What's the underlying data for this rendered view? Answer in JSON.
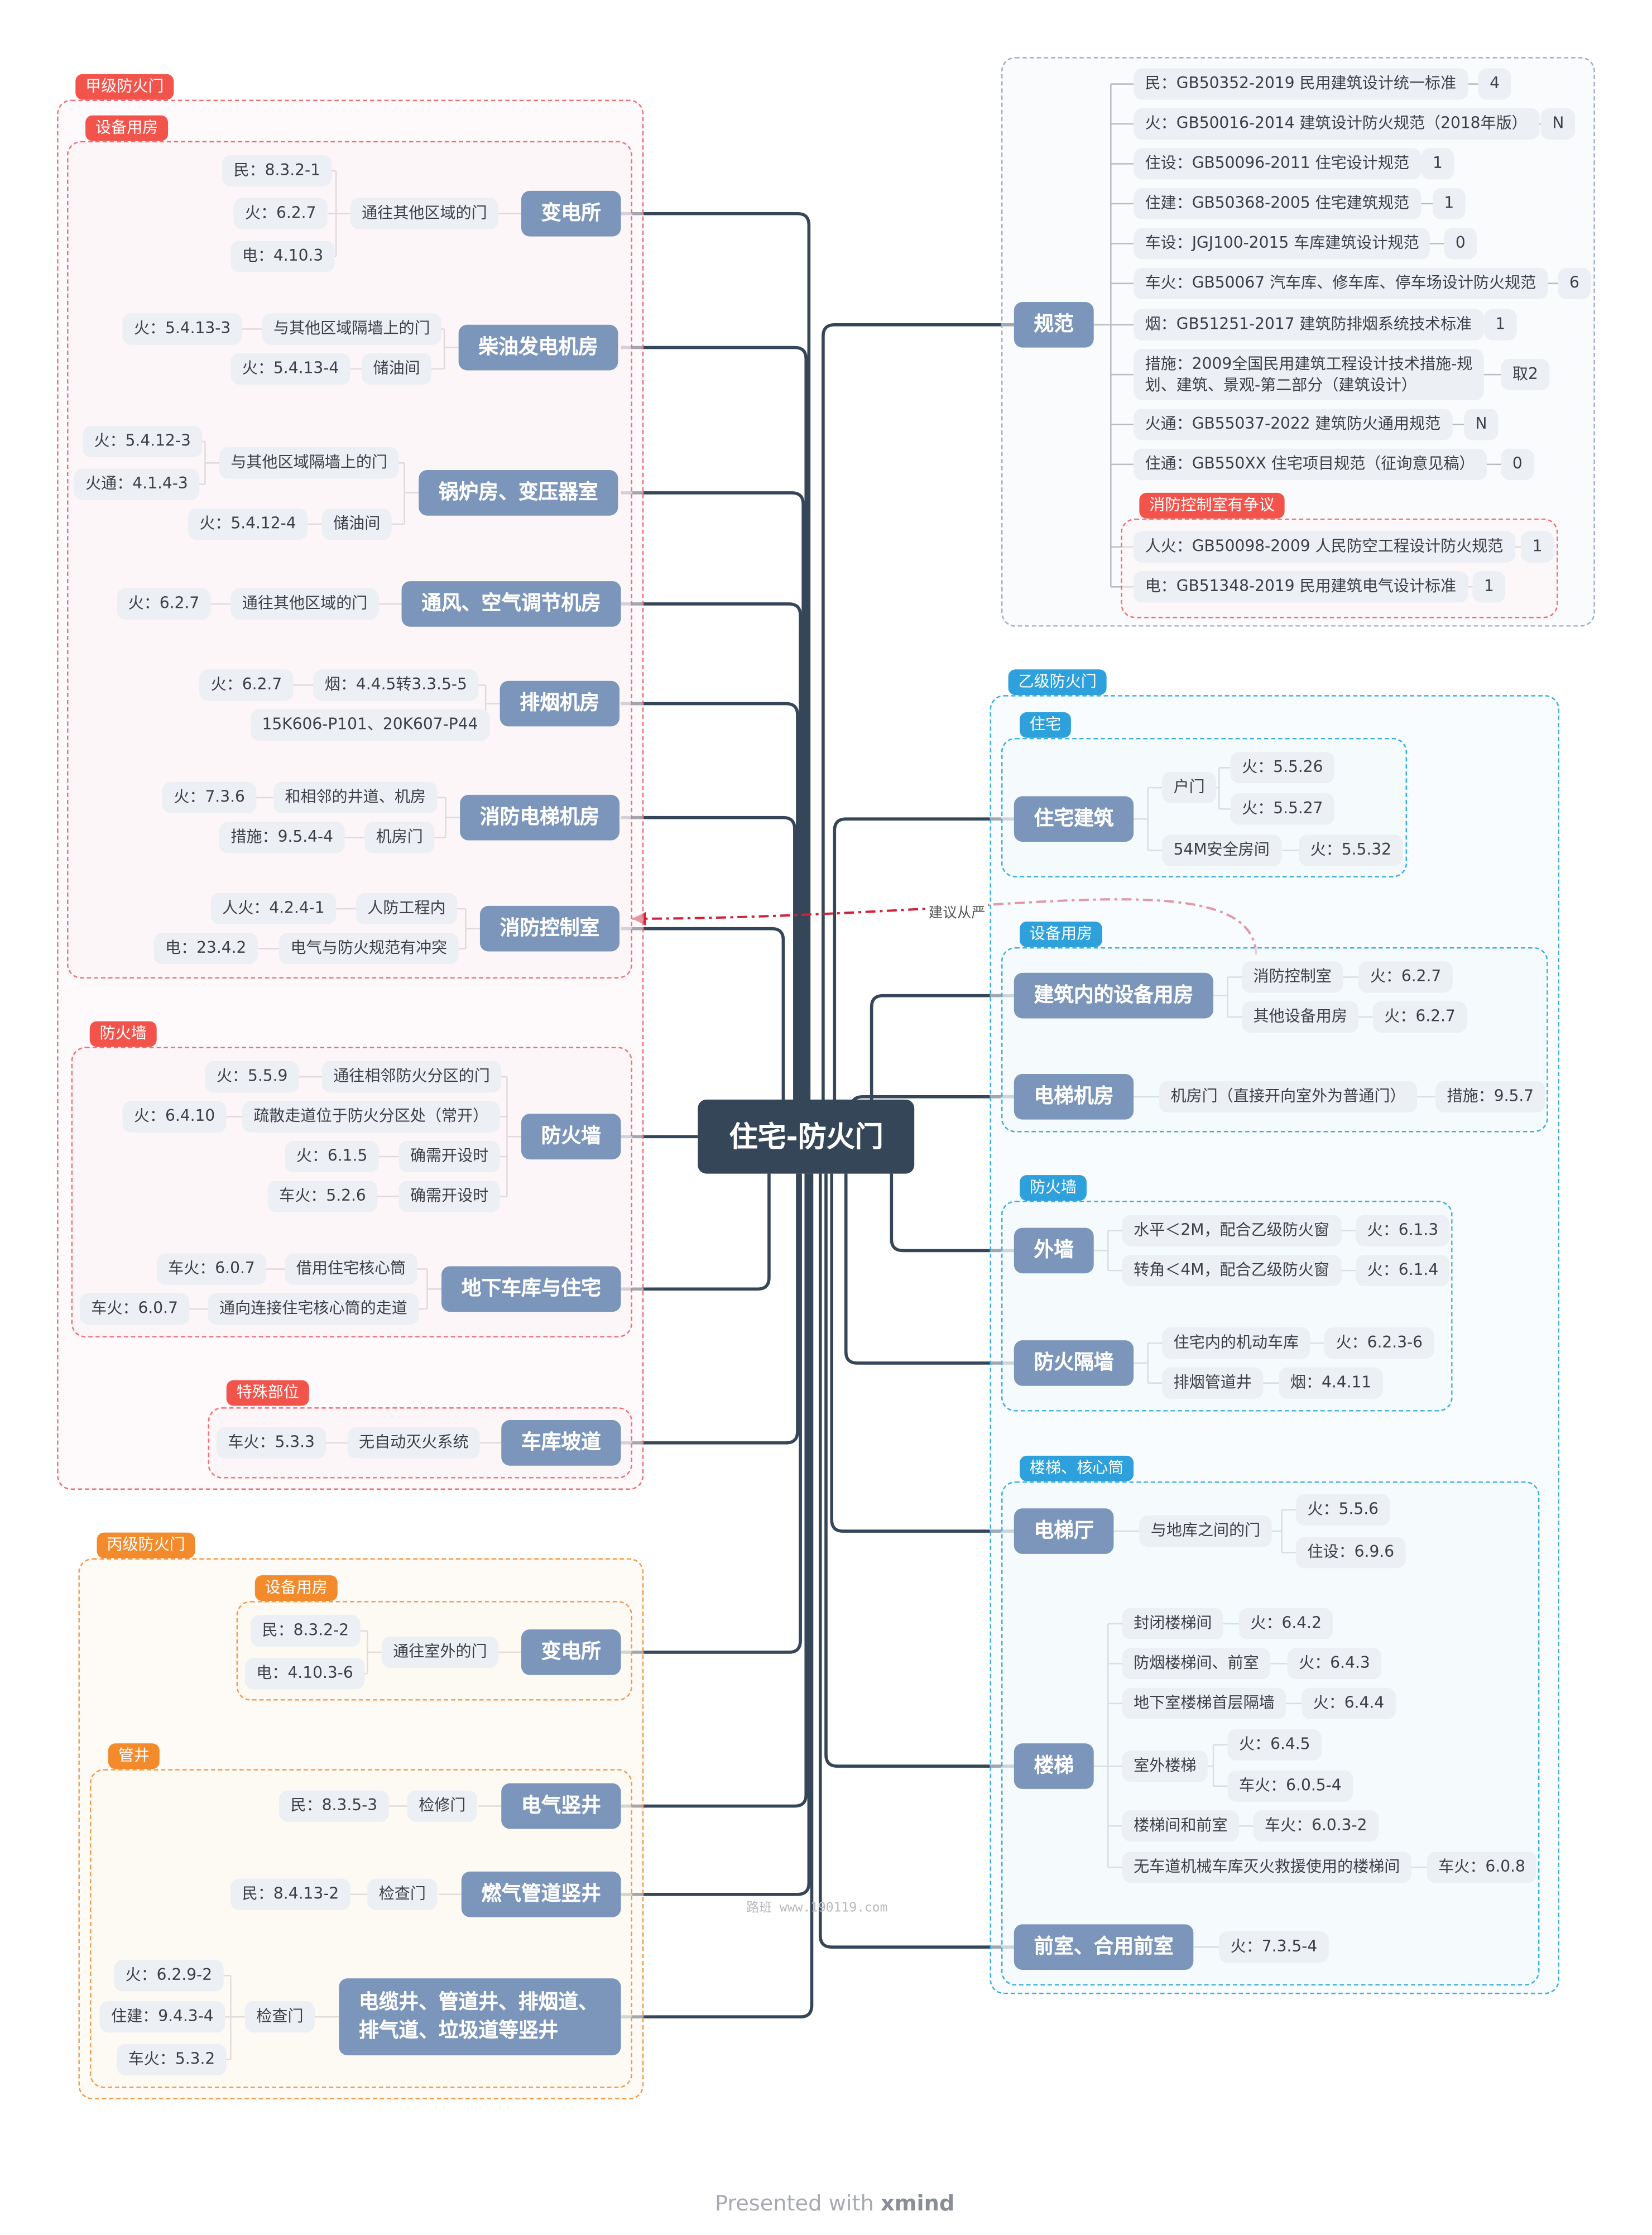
{
  "root": "住宅-防火门",
  "groups": {
    "jia": "甲级防火门",
    "yi": "乙级防火门",
    "bing": "丙级防火门",
    "shebei1": "设备用房",
    "fanghuoqiang1": "防火墙",
    "teshu": "特殊部位",
    "shebei3": "设备用房",
    "guanjing": "管井",
    "zhuzhai": "住宅",
    "shebei2": "设备用房",
    "fanghuoqiang2": "防火墙",
    "louti": "楼梯、核心筒",
    "xiaofang": "消防控制室有争议"
  },
  "left": {
    "biandiansuo": {
      "title": "变电所",
      "door": "通往其他区域的门",
      "refs": [
        "民：8.3.2-1",
        "火：6.2.7",
        "电：4.10.3"
      ]
    },
    "chaiyou": {
      "title": "柴油发电机房",
      "a": "与其他区域隔墙上的门",
      "a_ref": "火：5.4.13-3",
      "b": "储油间",
      "b_ref": "火：5.4.13-4"
    },
    "guolu": {
      "title": "锅炉房、变压器室",
      "a": "与其他区域隔墙上的门",
      "a_refs": [
        "火：5.4.12-3",
        "火通：4.1.4-3"
      ],
      "b": "储油间",
      "b_ref": "火：5.4.12-4"
    },
    "tongfeng": {
      "title": "通风、空气调节机房",
      "a": "通往其他区域的门",
      "a_ref": "火：6.2.7"
    },
    "paiyan": {
      "title": "排烟机房",
      "a": "烟：4.4.5转3.3.5-5",
      "a_ref": "火：6.2.7",
      "b": "15K606-P101、20K607-P44"
    },
    "xiaofangdianti": {
      "title": "消防电梯机房",
      "a": "和相邻的井道、机房",
      "a_ref": "火：7.3.6",
      "b": "机房门",
      "b_ref": "措施：9.5.4-4"
    },
    "xiaofangkongzhi": {
      "title": "消防控制室",
      "a": "人防工程内",
      "a_ref": "人火：4.2.4-1",
      "b": "电气与防火规范有冲突",
      "b_ref": "电：23.4.2"
    },
    "fanghuoqiang": {
      "title": "防火墙",
      "items": [
        {
          "label": "通往相邻防火分区的门",
          "ref": "火：5.5.9"
        },
        {
          "label": "疏散走道位于防火分区处（常开）",
          "ref": "火：6.4.10"
        },
        {
          "label": "确需开设时",
          "ref": "火：6.1.5"
        },
        {
          "label": "确需开设时",
          "ref": "车火：5.2.6"
        }
      ]
    },
    "dixiachekuku": {
      "title": "地下车库与住宅",
      "a": "借用住宅核心筒",
      "a_ref": "车火：6.0.7",
      "b": "通向连接住宅核心筒的走道",
      "b_ref": "车火：6.0.7"
    },
    "chekupodao": {
      "title": "车库坡道",
      "a": "无自动灭火系统",
      "a_ref": "车火：5.3.3"
    },
    "biandiansuo2": {
      "title": "变电所",
      "door": "通往室外的门",
      "refs": [
        "民：8.3.2-2",
        "电：4.10.3-6"
      ]
    },
    "dianqi": {
      "title": "电气竖井",
      "a": "检修门",
      "a_ref": "民：8.3.5-3"
    },
    "ranqi": {
      "title": "燃气管道竖井",
      "a": "检查门",
      "a_ref": "民：8.4.13-2"
    },
    "dianlan": {
      "title1": "电缆井、管道井、排烟道、",
      "title2": "排气道、垃圾道等竖井",
      "door": "检查门",
      "refs": [
        "火：6.2.9-2",
        "住建：9.4.3-4",
        "车火：5.3.2"
      ]
    }
  },
  "right": {
    "guifan": {
      "title": "规范",
      "items": [
        {
          "label": "民：GB50352-2019 民用建筑设计统一标准",
          "val": "4"
        },
        {
          "label": "火：GB50016-2014 建筑设计防火规范（2018年版）",
          "val": "N"
        },
        {
          "label": "住设：GB50096-2011 住宅设计规范",
          "val": "1"
        },
        {
          "label": "住建：GB50368-2005 住宅建筑规范",
          "val": "1"
        },
        {
          "label": "车设：JGJ100-2015 车库建筑设计规范",
          "val": "0"
        },
        {
          "label": "车火：GB50067 汽车库、修车库、停车场设计防火规范",
          "val": "6"
        },
        {
          "label": "烟：GB51251-2017 建筑防排烟系统技术标准",
          "val": "1"
        },
        {
          "label1": "措施：2009全国民用建筑工程设计技术措施-规",
          "label2": "划、建筑、景观-第二部分（建筑设计）",
          "val": "取2"
        },
        {
          "label": "火通：GB55037-2022 建筑防火通用规范",
          "val": "N"
        },
        {
          "label": "住通：GB550XX 住宅项目规范（征询意见稿）",
          "val": "0"
        },
        {
          "label": "人火：GB50098-2009 人民防空工程设计防火规范",
          "val": "1"
        },
        {
          "label": "电：GB51348-2019 民用建筑电气设计标准",
          "val": "1"
        }
      ]
    },
    "zhuzhai": {
      "title": "住宅建筑",
      "hu": "户门",
      "hu_refs": [
        "火：5.5.26",
        "火：5.5.27"
      ],
      "a": "54M安全房间",
      "a_ref": "火：5.5.32"
    },
    "shebei": {
      "title": "建筑内的设备用房",
      "a": "消防控制室",
      "a_ref": "火：6.2.7",
      "b": "其他设备用房",
      "b_ref": "火：6.2.7"
    },
    "dianti": {
      "title": "电梯机房",
      "a": "机房门（直接开向室外为普通门）",
      "a_ref": "措施：9.5.7"
    },
    "waiqiang": {
      "title": "外墙",
      "a": "水平＜2M，配合乙级防火窗",
      "a_ref": "火：6.1.3",
      "b": "转角＜4M，配合乙级防火窗",
      "b_ref": "火：6.1.4"
    },
    "gegeqiang": {
      "title": "防火隔墙",
      "a": "住宅内的机动车库",
      "a_ref": "火：6.2.3-6",
      "b": "排烟管道井",
      "b_ref": "烟：4.4.11"
    },
    "diantiting": {
      "title": "电梯厅",
      "a": "与地库之间的门",
      "a_refs": [
        "火：5.5.6",
        "住设：6.9.6"
      ]
    },
    "louti": {
      "title": "楼梯",
      "items": [
        {
          "label": "封闭楼梯间",
          "ref": "火：6.4.2"
        },
        {
          "label": "防烟楼梯间、前室",
          "ref": "火：6.4.3"
        },
        {
          "label": "地下室楼梯首层隔墙",
          "ref": "火：6.4.4"
        },
        {
          "label": "室外楼梯",
          "refs": [
            "火：6.4.5",
            "车火：6.0.5-4"
          ]
        },
        {
          "label": "楼梯间和前室",
          "ref": "车火：6.0.3-2"
        },
        {
          "label": "无车道机械车库灭火救援使用的楼梯间",
          "ref": "车火：6.0.8"
        }
      ]
    },
    "qianshi": {
      "title": "前室、合用前室",
      "a_ref": "火：7.3.5-4"
    }
  },
  "relation": "建议从严",
  "watermark": "路班 www.190119.com",
  "footer": {
    "prefix": "Presented with ",
    "brand": "xmind"
  },
  "colors": {
    "root": "#354659",
    "topic": "#7b95bb",
    "leaf": "#eceff3",
    "red": "#f2544c",
    "orange": "#f38a2c",
    "blue": "#2ea0dc",
    "relation": "#d0233a"
  }
}
